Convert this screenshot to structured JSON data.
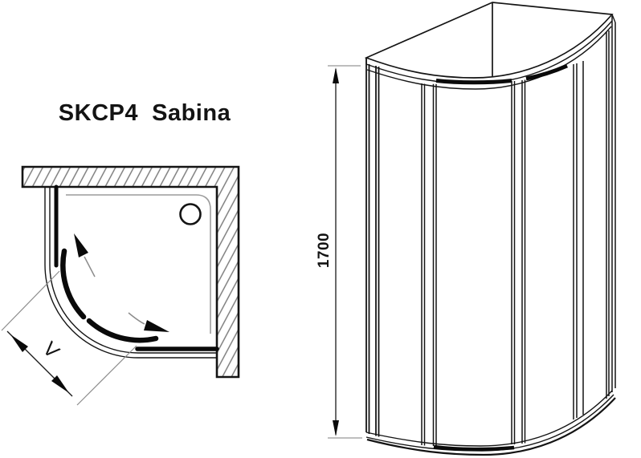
{
  "diagram": {
    "title": "SKCP4  Sabina",
    "plan_view": {
      "width_dimension_label": "V"
    },
    "perspective_view": {
      "height_dimension_label": "1700"
    },
    "colors": {
      "line": "#141414",
      "hatch_line": "#777777",
      "tray_outline": "#9c9c9c",
      "construction_line": "#8c8c8c",
      "background": "#ffffff"
    }
  }
}
